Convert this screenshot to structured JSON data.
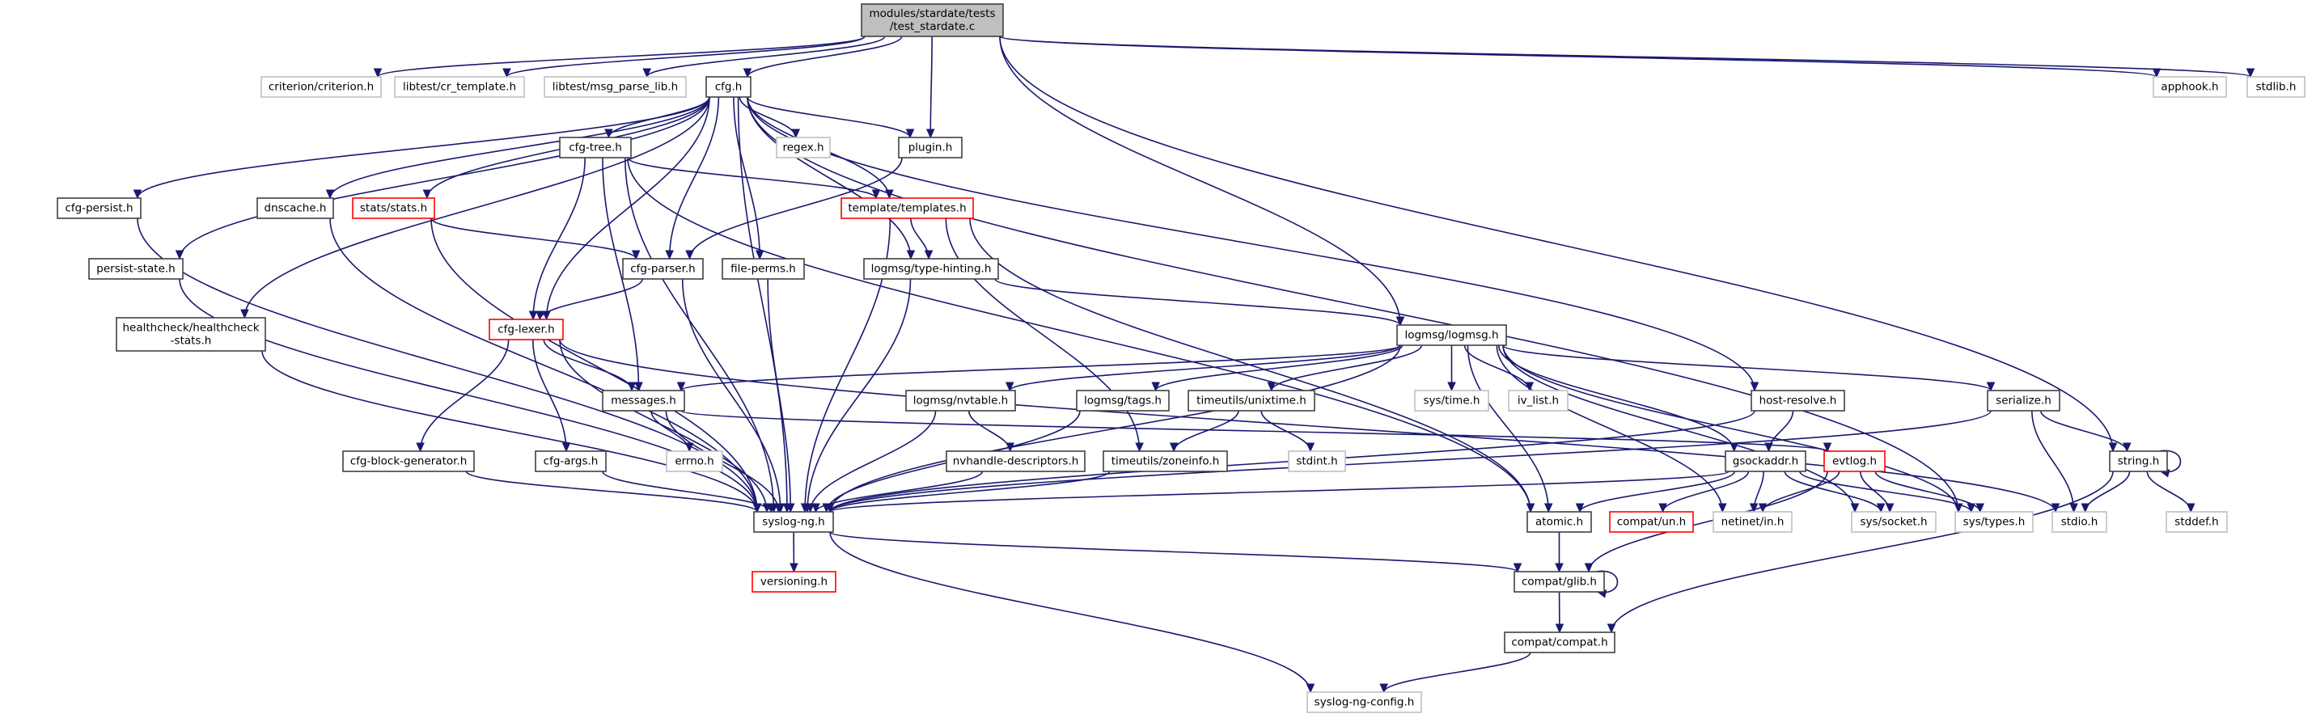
{
  "title": "Include dependency graph for modules/stardate/tests/test_stardate.c",
  "colors": {
    "edge": "#191970",
    "root_fill": "#bfbfbf",
    "normal_border": "#404040",
    "incomplete_border": "#ff0000",
    "external_border": "#bfbfbf"
  },
  "nodes": [
    {
      "id": "root",
      "lines": [
        "modules/stardate/tests",
        "/test_stardate.c"
      ],
      "kind": "root"
    },
    {
      "id": "criterion",
      "lines": [
        "criterion/criterion.h"
      ],
      "kind": "external"
    },
    {
      "id": "cr_template",
      "lines": [
        "libtest/cr_template.h"
      ],
      "kind": "external"
    },
    {
      "id": "msg_parse_lib",
      "lines": [
        "libtest/msg_parse_lib.h"
      ],
      "kind": "external"
    },
    {
      "id": "cfg",
      "lines": [
        "cfg.h"
      ],
      "kind": "normal"
    },
    {
      "id": "apphook",
      "lines": [
        "apphook.h"
      ],
      "kind": "external"
    },
    {
      "id": "stdlib",
      "lines": [
        "stdlib.h"
      ],
      "kind": "external"
    },
    {
      "id": "cfg_tree",
      "lines": [
        "cfg-tree.h"
      ],
      "kind": "normal"
    },
    {
      "id": "regex",
      "lines": [
        "regex.h"
      ],
      "kind": "external"
    },
    {
      "id": "plugin",
      "lines": [
        "plugin.h"
      ],
      "kind": "normal"
    },
    {
      "id": "cfg_persist",
      "lines": [
        "cfg-persist.h"
      ],
      "kind": "normal"
    },
    {
      "id": "dnscache",
      "lines": [
        "dnscache.h"
      ],
      "kind": "normal"
    },
    {
      "id": "stats",
      "lines": [
        "stats/stats.h"
      ],
      "kind": "red"
    },
    {
      "id": "templates",
      "lines": [
        "template/templates.h"
      ],
      "kind": "red"
    },
    {
      "id": "persist_state",
      "lines": [
        "persist-state.h"
      ],
      "kind": "normal"
    },
    {
      "id": "cfg_parser",
      "lines": [
        "cfg-parser.h"
      ],
      "kind": "normal"
    },
    {
      "id": "file_perms",
      "lines": [
        "file-perms.h"
      ],
      "kind": "normal"
    },
    {
      "id": "type_hinting",
      "lines": [
        "logmsg/type-hinting.h"
      ],
      "kind": "normal"
    },
    {
      "id": "healthcheck",
      "lines": [
        "healthcheck/healthcheck",
        "-stats.h"
      ],
      "kind": "normal"
    },
    {
      "id": "cfg_lexer",
      "lines": [
        "cfg-lexer.h"
      ],
      "kind": "red"
    },
    {
      "id": "logmsg",
      "lines": [
        "logmsg/logmsg.h"
      ],
      "kind": "normal"
    },
    {
      "id": "messages",
      "lines": [
        "messages.h"
      ],
      "kind": "normal"
    },
    {
      "id": "nvtable",
      "lines": [
        "logmsg/nvtable.h"
      ],
      "kind": "normal"
    },
    {
      "id": "tags",
      "lines": [
        "logmsg/tags.h"
      ],
      "kind": "normal"
    },
    {
      "id": "unixtime",
      "lines": [
        "timeutils/unixtime.h"
      ],
      "kind": "normal"
    },
    {
      "id": "sys_time",
      "lines": [
        "sys/time.h"
      ],
      "kind": "external"
    },
    {
      "id": "iv_list",
      "lines": [
        "iv_list.h"
      ],
      "kind": "external"
    },
    {
      "id": "host_resolve",
      "lines": [
        "host-resolve.h"
      ],
      "kind": "normal"
    },
    {
      "id": "serialize",
      "lines": [
        "serialize.h"
      ],
      "kind": "normal"
    },
    {
      "id": "cfg_block_gen",
      "lines": [
        "cfg-block-generator.h"
      ],
      "kind": "normal"
    },
    {
      "id": "cfg_args",
      "lines": [
        "cfg-args.h"
      ],
      "kind": "normal"
    },
    {
      "id": "errno",
      "lines": [
        "errno.h"
      ],
      "kind": "external"
    },
    {
      "id": "nvhandle",
      "lines": [
        "nvhandle-descriptors.h"
      ],
      "kind": "normal"
    },
    {
      "id": "zoneinfo",
      "lines": [
        "timeutils/zoneinfo.h"
      ],
      "kind": "normal"
    },
    {
      "id": "stdint",
      "lines": [
        "stdint.h"
      ],
      "kind": "external"
    },
    {
      "id": "gsockaddr",
      "lines": [
        "gsockaddr.h"
      ],
      "kind": "normal"
    },
    {
      "id": "evtlog",
      "lines": [
        "evtlog.h"
      ],
      "kind": "red"
    },
    {
      "id": "string",
      "lines": [
        "string.h"
      ],
      "kind": "normal"
    },
    {
      "id": "syslog_ng",
      "lines": [
        "syslog-ng.h"
      ],
      "kind": "normal"
    },
    {
      "id": "atomic",
      "lines": [
        "atomic.h"
      ],
      "kind": "normal"
    },
    {
      "id": "compat_un",
      "lines": [
        "compat/un.h"
      ],
      "kind": "red"
    },
    {
      "id": "netinet_in",
      "lines": [
        "netinet/in.h"
      ],
      "kind": "external"
    },
    {
      "id": "sys_socket",
      "lines": [
        "sys/socket.h"
      ],
      "kind": "external"
    },
    {
      "id": "sys_types",
      "lines": [
        "sys/types.h"
      ],
      "kind": "external"
    },
    {
      "id": "stdio",
      "lines": [
        "stdio.h"
      ],
      "kind": "external"
    },
    {
      "id": "stddef",
      "lines": [
        "stddef.h"
      ],
      "kind": "external"
    },
    {
      "id": "versioning",
      "lines": [
        "versioning.h"
      ],
      "kind": "red"
    },
    {
      "id": "compat_glib",
      "lines": [
        "compat/glib.h"
      ],
      "kind": "normal"
    },
    {
      "id": "compat_compat",
      "lines": [
        "compat/compat.h"
      ],
      "kind": "normal"
    },
    {
      "id": "syslog_ng_config",
      "lines": [
        "syslog-ng-config.h"
      ],
      "kind": "external"
    }
  ],
  "edges": [
    [
      "root",
      "criterion"
    ],
    [
      "root",
      "cr_template"
    ],
    [
      "root",
      "msg_parse_lib"
    ],
    [
      "root",
      "cfg"
    ],
    [
      "root",
      "plugin"
    ],
    [
      "root",
      "logmsg"
    ],
    [
      "root",
      "apphook"
    ],
    [
      "root",
      "stdlib"
    ],
    [
      "root",
      "string"
    ],
    [
      "cfg",
      "cfg_tree"
    ],
    [
      "cfg",
      "regex"
    ],
    [
      "cfg",
      "plugin"
    ],
    [
      "cfg",
      "cfg_persist"
    ],
    [
      "cfg",
      "dnscache"
    ],
    [
      "cfg",
      "stats"
    ],
    [
      "cfg",
      "templates"
    ],
    [
      "cfg",
      "persist_state"
    ],
    [
      "cfg",
      "cfg_parser"
    ],
    [
      "cfg",
      "file_perms"
    ],
    [
      "cfg",
      "type_hinting"
    ],
    [
      "cfg",
      "healthcheck"
    ],
    [
      "cfg",
      "cfg_lexer"
    ],
    [
      "cfg",
      "host_resolve"
    ],
    [
      "cfg",
      "sys_types"
    ],
    [
      "cfg",
      "syslog_ng"
    ],
    [
      "cfg_tree",
      "templates"
    ],
    [
      "cfg_tree",
      "cfg_lexer"
    ],
    [
      "cfg_tree",
      "messages"
    ],
    [
      "cfg_tree",
      "atomic"
    ],
    [
      "cfg_tree",
      "syslog_ng"
    ],
    [
      "plugin",
      "cfg_parser"
    ],
    [
      "stats",
      "cfg_parser"
    ],
    [
      "stats",
      "syslog_ng"
    ],
    [
      "templates",
      "type_hinting"
    ],
    [
      "templates",
      "zoneinfo"
    ],
    [
      "templates",
      "atomic"
    ],
    [
      "templates",
      "syslog_ng"
    ],
    [
      "cfg_persist",
      "syslog_ng"
    ],
    [
      "dnscache",
      "syslog_ng"
    ],
    [
      "persist_state",
      "syslog_ng"
    ],
    [
      "healthcheck",
      "syslog_ng"
    ],
    [
      "cfg_parser",
      "cfg_lexer"
    ],
    [
      "cfg_parser",
      "syslog_ng"
    ],
    [
      "file_perms",
      "syslog_ng"
    ],
    [
      "type_hinting",
      "logmsg"
    ],
    [
      "type_hinting",
      "syslog_ng"
    ],
    [
      "cfg_lexer",
      "messages"
    ],
    [
      "cfg_lexer",
      "cfg_block_gen"
    ],
    [
      "cfg_lexer",
      "cfg_args"
    ],
    [
      "cfg_lexer",
      "stdio"
    ],
    [
      "cfg_lexer",
      "syslog_ng"
    ],
    [
      "logmsg",
      "messages"
    ],
    [
      "logmsg",
      "nvtable"
    ],
    [
      "logmsg",
      "tags"
    ],
    [
      "logmsg",
      "unixtime"
    ],
    [
      "logmsg",
      "sys_time"
    ],
    [
      "logmsg",
      "iv_list"
    ],
    [
      "logmsg",
      "serialize"
    ],
    [
      "logmsg",
      "gsockaddr"
    ],
    [
      "logmsg",
      "atomic"
    ],
    [
      "logmsg",
      "netinet_in"
    ],
    [
      "logmsg",
      "sys_socket"
    ],
    [
      "logmsg",
      "sys_types"
    ],
    [
      "logmsg",
      "syslog_ng"
    ],
    [
      "messages",
      "errno"
    ],
    [
      "messages",
      "evtlog"
    ],
    [
      "messages",
      "syslog_ng"
    ],
    [
      "nvtable",
      "nvhandle"
    ],
    [
      "nvtable",
      "syslog_ng"
    ],
    [
      "tags",
      "syslog_ng"
    ],
    [
      "unixtime",
      "zoneinfo"
    ],
    [
      "unixtime",
      "stdint"
    ],
    [
      "host_resolve",
      "gsockaddr"
    ],
    [
      "host_resolve",
      "syslog_ng"
    ],
    [
      "serialize",
      "string"
    ],
    [
      "serialize",
      "stdio"
    ],
    [
      "serialize",
      "syslog_ng"
    ],
    [
      "cfg_block_gen",
      "syslog_ng"
    ],
    [
      "cfg_args",
      "syslog_ng"
    ],
    [
      "nvhandle",
      "syslog_ng"
    ],
    [
      "zoneinfo",
      "syslog_ng"
    ],
    [
      "gsockaddr",
      "atomic"
    ],
    [
      "gsockaddr",
      "compat_un"
    ],
    [
      "gsockaddr",
      "netinet_in"
    ],
    [
      "gsockaddr",
      "sys_socket"
    ],
    [
      "gsockaddr",
      "sys_types"
    ],
    [
      "gsockaddr",
      "syslog_ng"
    ],
    [
      "evtlog",
      "netinet_in"
    ],
    [
      "evtlog",
      "sys_socket"
    ],
    [
      "evtlog",
      "sys_types"
    ],
    [
      "evtlog",
      "compat_glib"
    ],
    [
      "string",
      "string"
    ],
    [
      "string",
      "stdio"
    ],
    [
      "string",
      "stddef"
    ],
    [
      "string",
      "compat_compat"
    ],
    [
      "syslog_ng",
      "versioning"
    ],
    [
      "syslog_ng",
      "compat_glib"
    ],
    [
      "syslog_ng",
      "syslog_ng_config"
    ],
    [
      "atomic",
      "compat_glib"
    ],
    [
      "compat_glib",
      "compat_glib"
    ],
    [
      "compat_glib",
      "compat_compat"
    ],
    [
      "compat_compat",
      "syslog_ng_config"
    ]
  ]
}
